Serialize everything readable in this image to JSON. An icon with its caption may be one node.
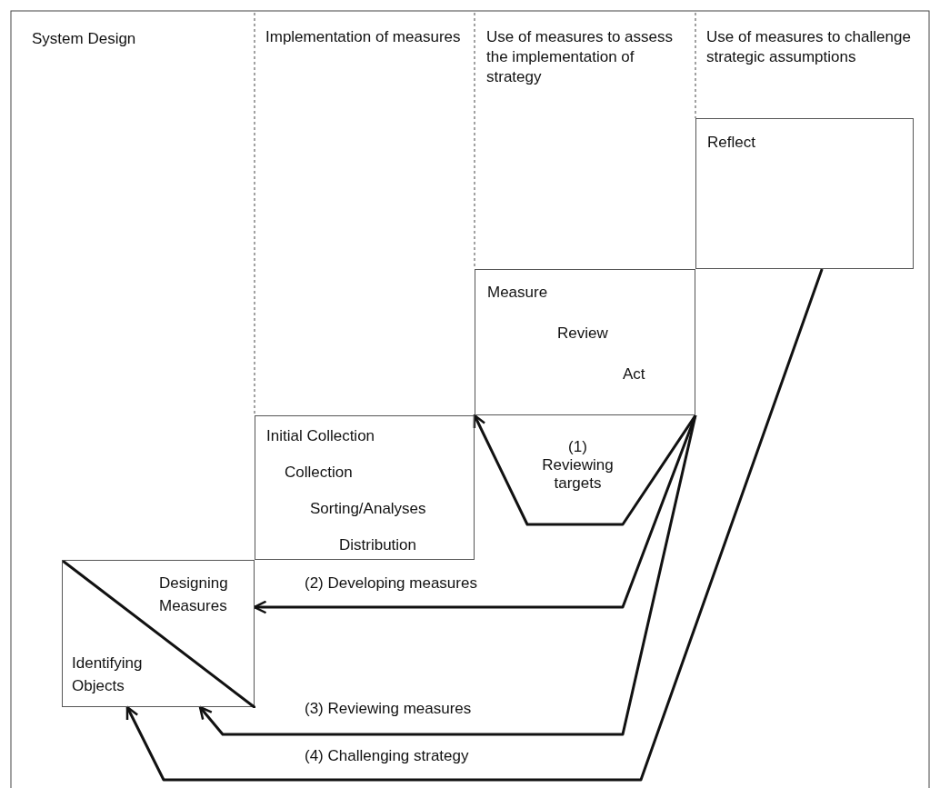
{
  "diagram": {
    "nodes": [
      {
        "text": [
          "Reflect"
        ]
      },
      {
        "text": [
          "Measure",
          "Review",
          "Act"
        ]
      },
      {
        "text": [
          "Initial Collection",
          "Collection",
          "Sorting/Analyses",
          "Distribution"
        ]
      },
      {
        "text": [
          "Designing Measures",
          "Identifying Objects"
        ]
      }
    ],
    "edges": [
      {
        "from": 1,
        "to": 1,
        "arrow": "to",
        "label": "(1) Reviewing targets"
      },
      {
        "from": 1,
        "to": 3,
        "arrow": "to",
        "label": "(2) Developing measures"
      },
      {
        "from": 1,
        "to": 3,
        "arrow": "to",
        "label": "(3) Reviewing measures"
      },
      {
        "from": 0,
        "to": 3,
        "arrow": "to",
        "label": "(4) Challenging strategy"
      }
    ],
    "labels": [
      "System Design",
      "Implementation of measures",
      "Use of measures to assess the implementation of strategy",
      "Use of measures to challenge strategic assumptions"
    ]
  }
}
